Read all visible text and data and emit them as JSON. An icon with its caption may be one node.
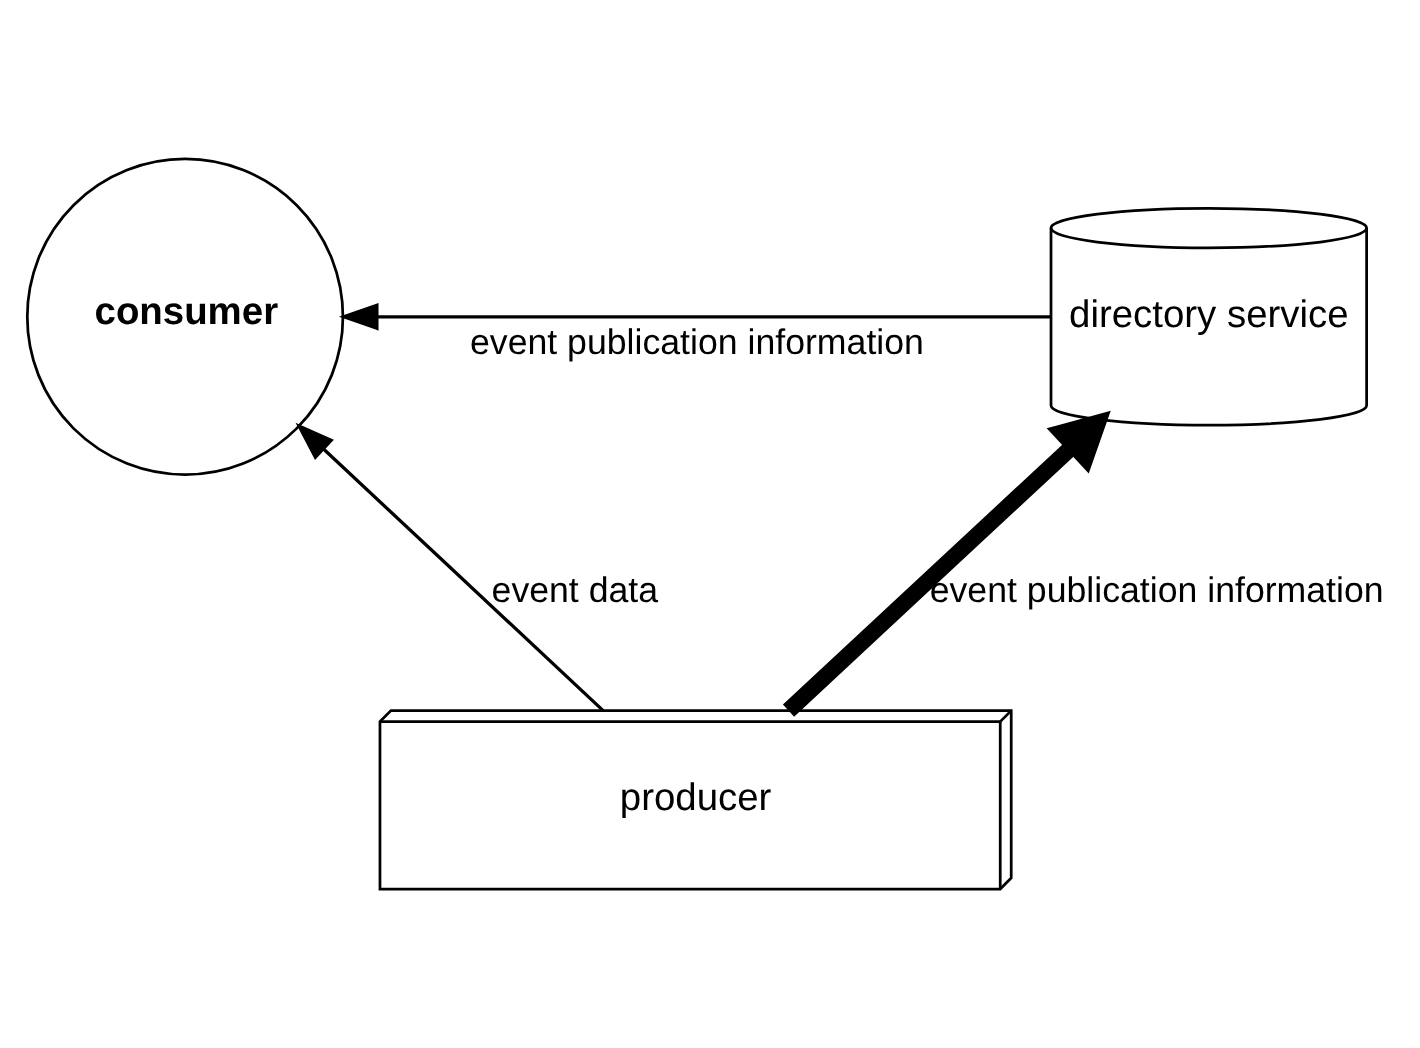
{
  "diagram": {
    "nodes": [
      {
        "text": [
          "consumer"
        ]
      },
      {
        "text": [
          "directory service"
        ]
      },
      {
        "text": [
          "producer"
        ]
      }
    ],
    "edges": [
      {
        "from": 1,
        "to": 0,
        "arrow": "to",
        "label": "event publication information"
      },
      {
        "from": 2,
        "to": 0,
        "arrow": "to",
        "label": "event data"
      },
      {
        "from": 2,
        "to": 1,
        "arrow": "to",
        "label": "event publication information",
        "style": "thick"
      }
    ]
  }
}
